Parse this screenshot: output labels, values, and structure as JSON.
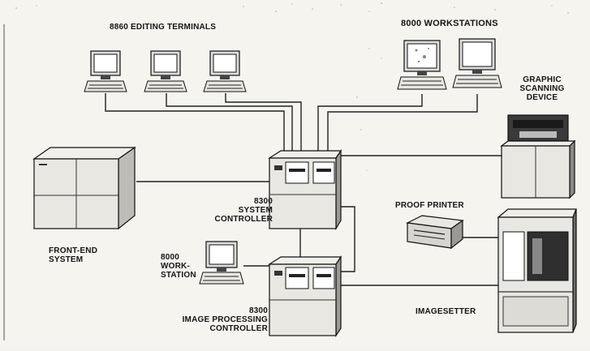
{
  "labels": {
    "editing_terminals": "8860 EDITING TERMINALS",
    "workstations_top": "8000 WORKSTATIONS",
    "graphic_scanning": [
      "GRAPHIC",
      "SCANNING",
      "DEVICE"
    ],
    "system_controller": [
      "8300",
      "SYSTEM",
      "CONTROLLER"
    ],
    "front_end": [
      "FRONT-END",
      "SYSTEM"
    ],
    "proof_printer": "PROOF PRINTER",
    "workstation_single": [
      "8000",
      "WORK-",
      "STATION"
    ],
    "image_processing": [
      "8300",
      "IMAGE PROCESSING",
      "CONTROLLER"
    ],
    "imagesetter": "IMAGESETTER"
  },
  "icons": {
    "terminal": "computer-terminal-icon",
    "controller": "cabinet-controller-icon",
    "mainframe": "mainframe-icon",
    "scanner": "scanner-icon",
    "printer": "printer-icon",
    "imagesetter": "imagesetter-icon"
  },
  "colors": {
    "background": "#f5f4ef",
    "ink": "#141414",
    "device_light": "#e8e7e2",
    "device_dark": "#2b2b2b"
  }
}
